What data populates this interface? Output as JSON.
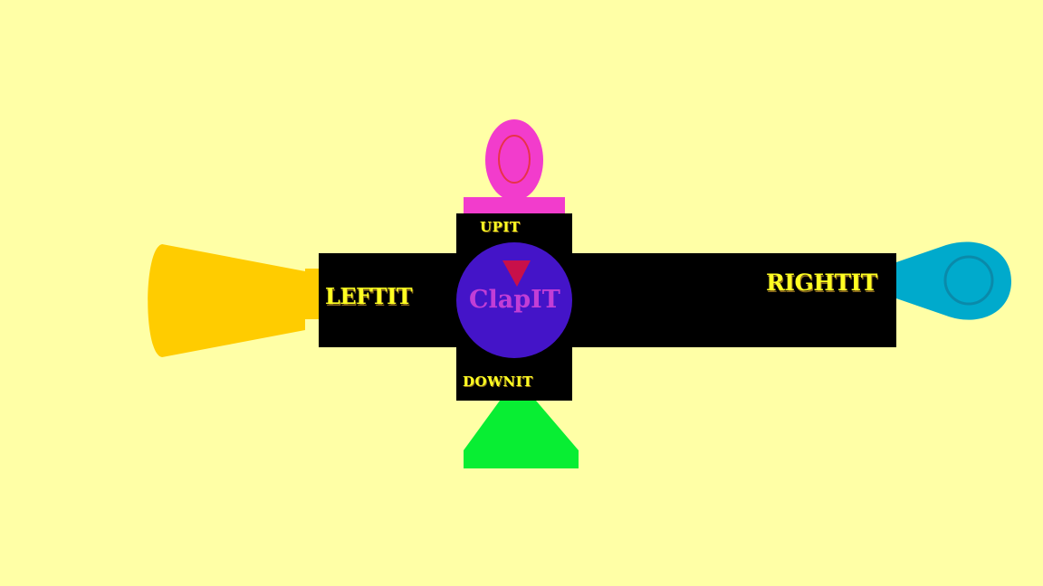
{
  "controls": {
    "left_label": "LEFTIT",
    "right_label": "RIGHTIT",
    "up_label": "UPIT",
    "down_label": "DOWNIT",
    "center_label": "ClapIT"
  },
  "icons": {
    "left": "yellow-horn-icon",
    "right": "cyan-teardrop-icon",
    "up": "pink-oval-icon",
    "down": "green-trapezoid-icon",
    "center": "red-triangle-icon"
  },
  "colors": {
    "background": "#FFFFA6",
    "bar": "#000000",
    "label": "#FFFF22",
    "center_circle": "#4414C8",
    "center_label": "#C23ED6",
    "center_triangle": "#C8104A",
    "left_shape": "#FFCC00",
    "right_shape": "#00AACC",
    "up_shape": "#F23CCC",
    "down_shape": "#08EE33"
  }
}
